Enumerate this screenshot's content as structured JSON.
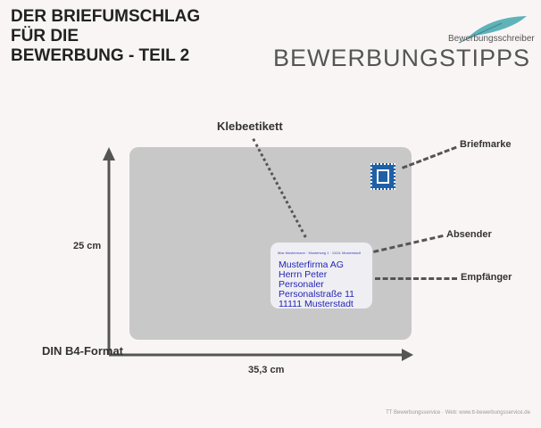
{
  "title": [
    "DER BRIEFUMSCHLAG",
    "FÜR DIE",
    "BEWERBUNG - TEIL 2"
  ],
  "brand": "BEWERBUNGSTIPPS",
  "logo": "Bewerbungsschreiber",
  "labels": {
    "klebeetikett": "Klebeetikett",
    "briefmarke": "Briefmarke",
    "absender": "Absender",
    "empfaenger": "Empfänger",
    "height": "25 cm",
    "format": "DIN B4-Format",
    "width": "35,3 cm"
  },
  "address_label": {
    "sender": "Max Mustermann · Musterweg 1 · 11111 Musterstadt",
    "lines": [
      "Musterfirma AG",
      "Herrn Peter Personaler",
      "Personalstraße 11",
      "11111 Musterstadt"
    ]
  },
  "footer": "TT Bewerbungsservice · Web: www.tt-bewerbungsservice.de",
  "colors": {
    "envelope": "#c8c8c8",
    "stamp": "#1f5fa6",
    "address": "#2424b8"
  }
}
